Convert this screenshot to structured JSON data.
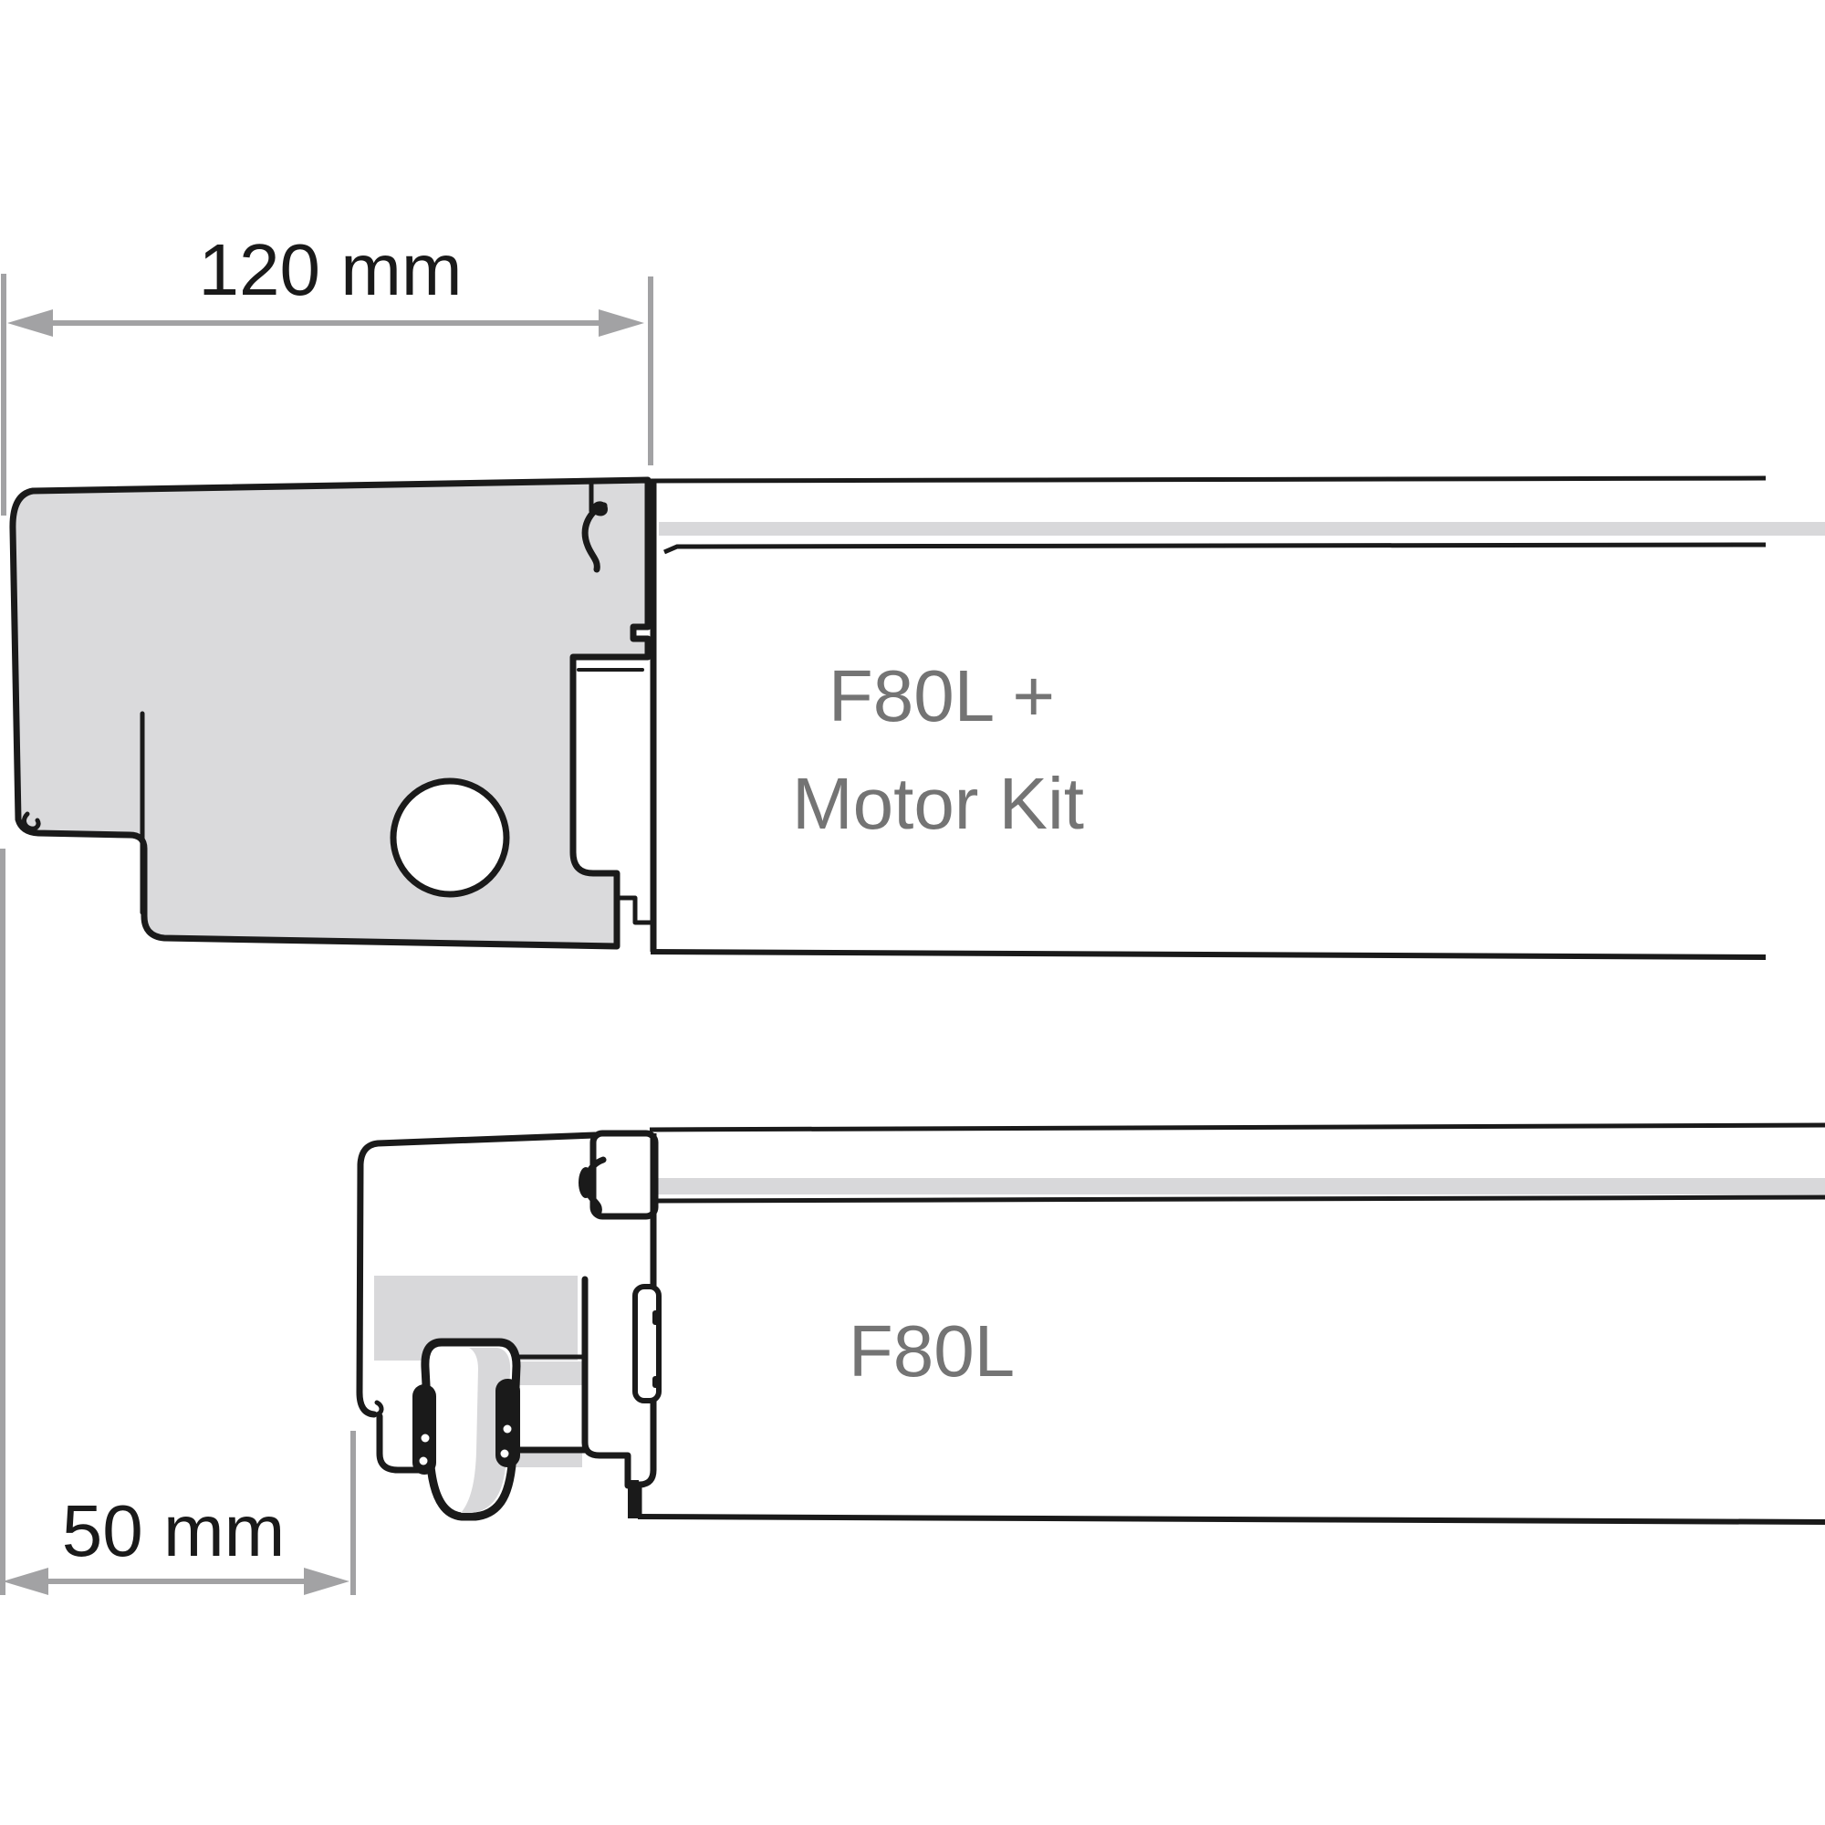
{
  "dimensions": {
    "top_width": {
      "label": "120 mm"
    },
    "bottom_width": {
      "label": "50 mm"
    }
  },
  "drawings": {
    "motor_kit": {
      "label_line1": "F80L +",
      "label_line2": "Motor Kit"
    },
    "standard": {
      "label": "F80L"
    }
  },
  "colors": {
    "line": "#1a1a1a",
    "panel": "#dadadc",
    "stripe": "#d8d8da",
    "dim": "#a2a2a4",
    "ink": "#1a1a1a",
    "label": "#747474",
    "background": "#ffffff"
  }
}
